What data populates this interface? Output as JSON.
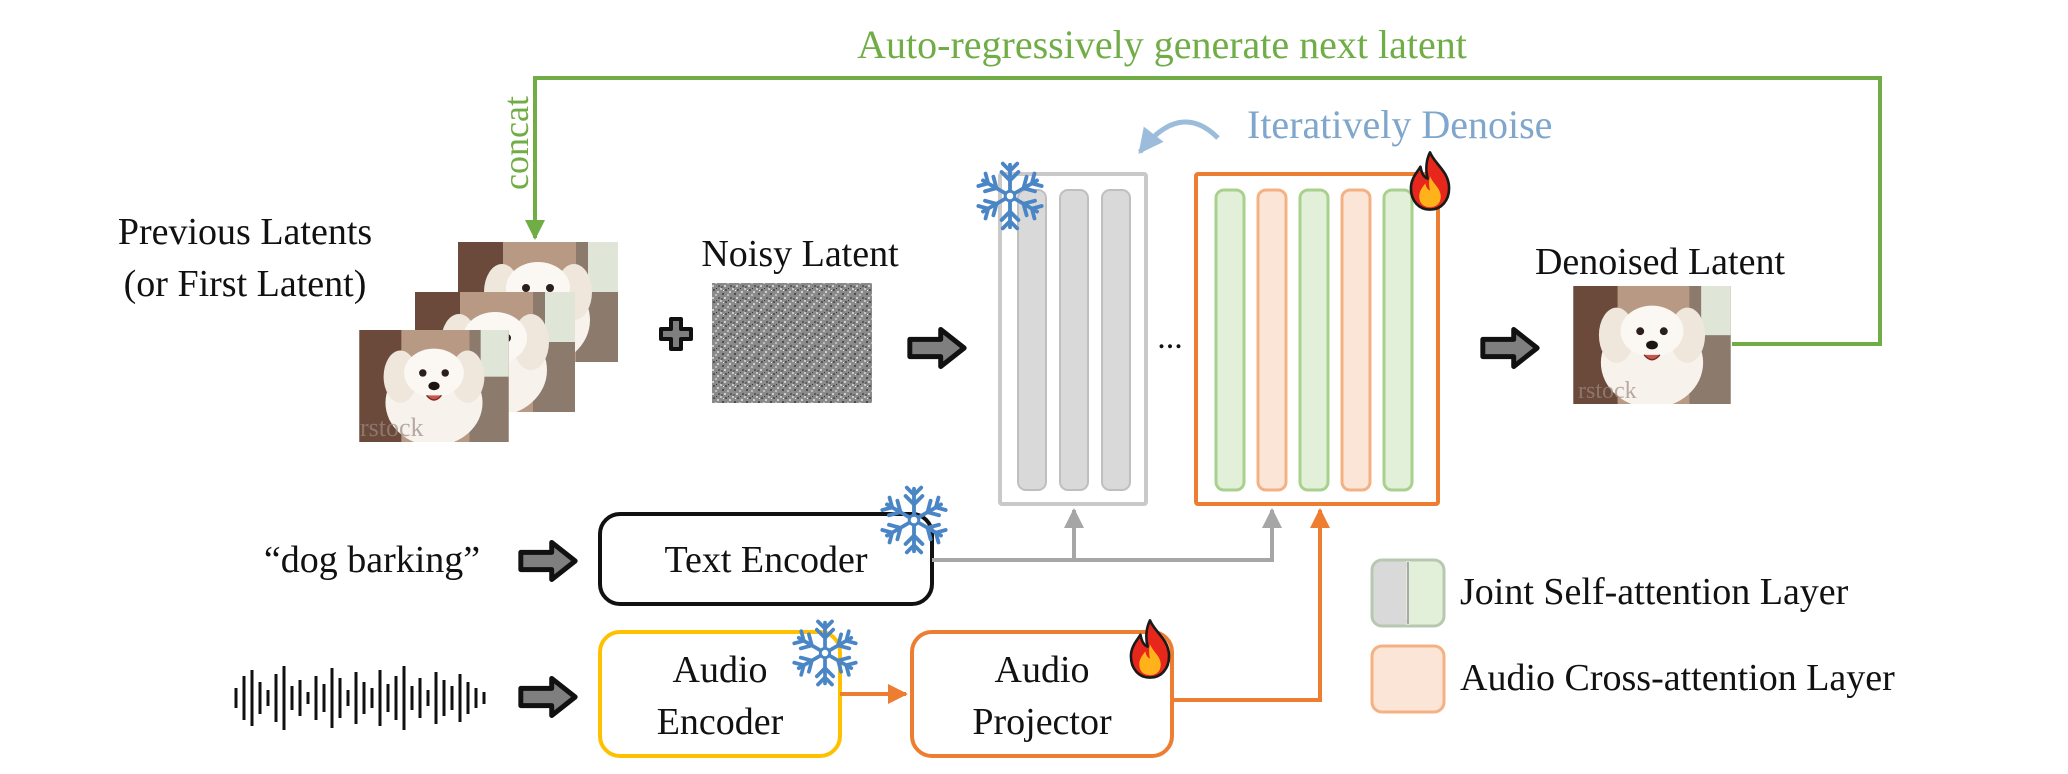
{
  "top": {
    "loop_label": "Auto-regressively generate next latent",
    "concat_label": "concat",
    "iter_label": "Iteratively Denoise"
  },
  "inputs": {
    "prev_latents_line1": "Previous Latents",
    "prev_latents_line2": "(or First Latent)",
    "noisy_latent": "Noisy Latent",
    "denoised_latent": "Denoised Latent",
    "ellipsis": "...",
    "image_watermark": "rstock"
  },
  "encoders": {
    "prompt": "“dog barking”",
    "text_encoder": "Text Encoder",
    "audio_encoder_line1": "Audio",
    "audio_encoder_line2": "Encoder",
    "audio_projector_line1": "Audio",
    "audio_projector_line2": "Projector"
  },
  "legend": {
    "joint": "Joint Self-attention Layer",
    "cross": "Audio Cross-attention Layer"
  },
  "colors": {
    "green_loop": "#70ad47",
    "light_blue": "#7fa6cc",
    "orange": "#ed7d31",
    "yellow": "#ffc000",
    "gray": "#a6a6a6",
    "gray_fill": "#d9d9d9",
    "green_fill": "#e2f0d9",
    "green_stroke": "#a9d18e",
    "orange_fill": "#fbe5d6",
    "orange_stroke": "#f4b183"
  },
  "icons": {
    "frozen": "snowflake-icon",
    "trainable": "fire-icon",
    "flow": "arrow-icon",
    "add": "plus-icon"
  }
}
